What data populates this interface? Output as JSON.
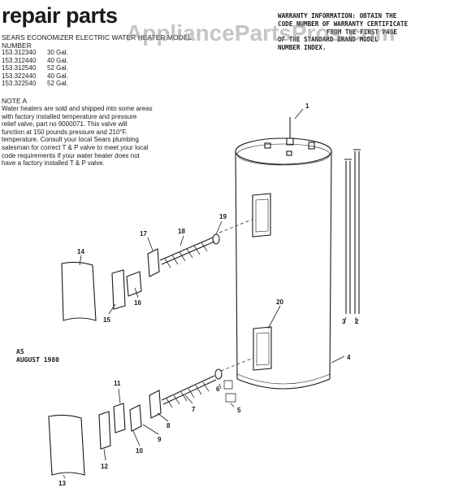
{
  "title": "repair parts",
  "watermark": "AppliancePartsPros.com",
  "model_header": "SEARS ECONOMIZER ELECTRIC WATER HEATER MODEL NUMBER",
  "models": [
    {
      "number": "153.312340",
      "capacity": "30 Gal."
    },
    {
      "number": "153.312440",
      "capacity": "40 Gal."
    },
    {
      "number": "153.312540",
      "capacity": "52 Gal."
    },
    {
      "number": "153.322440",
      "capacity": "40 Gal."
    },
    {
      "number": "153.322540",
      "capacity": "52 Gal."
    }
  ],
  "note": {
    "title": "NOTE A",
    "lines": [
      "Water heaters are sold and shipped into some areas",
      "with factory installed temperature and pressure",
      "relief valve, part no 9000071. This valve will",
      "function at 150 pounds pressure and 210°F.",
      "temperature. Consult your local Sears plumbing",
      "salesman for correct T & P valve to meet your local",
      "code requirements if your water heater does not",
      "have a factory installed T & P valve."
    ]
  },
  "warranty": {
    "lines": [
      "Warranty information: obtain the",
      "code number of warranty certificate",
      "from the first page",
      "of the standard brand model",
      "number index."
    ]
  },
  "edition": {
    "code": "A5",
    "date": "AUGUST 1980"
  },
  "callouts": {
    "c1": "1",
    "c2": "2",
    "c3": "3",
    "c4": "4",
    "c5": "5",
    "c6": "6",
    "c7": "7",
    "c8": "8",
    "c9": "9",
    "c10": "10",
    "c11": "11",
    "c12": "12",
    "c13": "13",
    "c14": "14",
    "c15": "15",
    "c16": "16",
    "c17": "17",
    "c18": "18",
    "c19": "19",
    "c20": "20"
  },
  "colors": {
    "ink": "#1a1a1a",
    "paper": "#ffffff",
    "watermark": "#969696"
  }
}
